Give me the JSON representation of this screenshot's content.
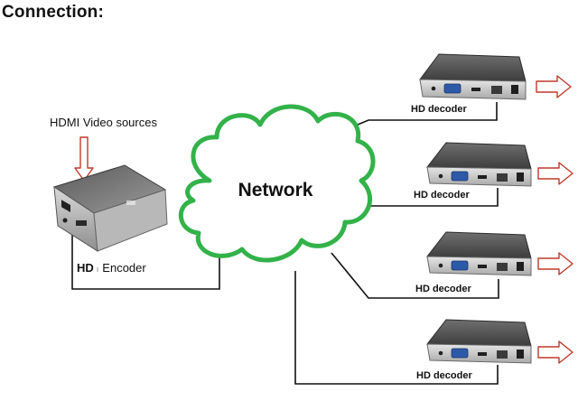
{
  "heading": "Connection:",
  "sources_label": "HDMI Video sources",
  "network_label": "Network",
  "encoder": {
    "label_bold": "HD",
    "label_rest": "Encoder"
  },
  "decoders": [
    {
      "label": "HD decoder"
    },
    {
      "label": "HD decoder"
    },
    {
      "label": "HD decoder"
    },
    {
      "label": "HD decoder"
    }
  ],
  "colors": {
    "cloud_stroke": "#33b24a",
    "arrow_stroke": "#c0392b",
    "line": "#111111"
  }
}
